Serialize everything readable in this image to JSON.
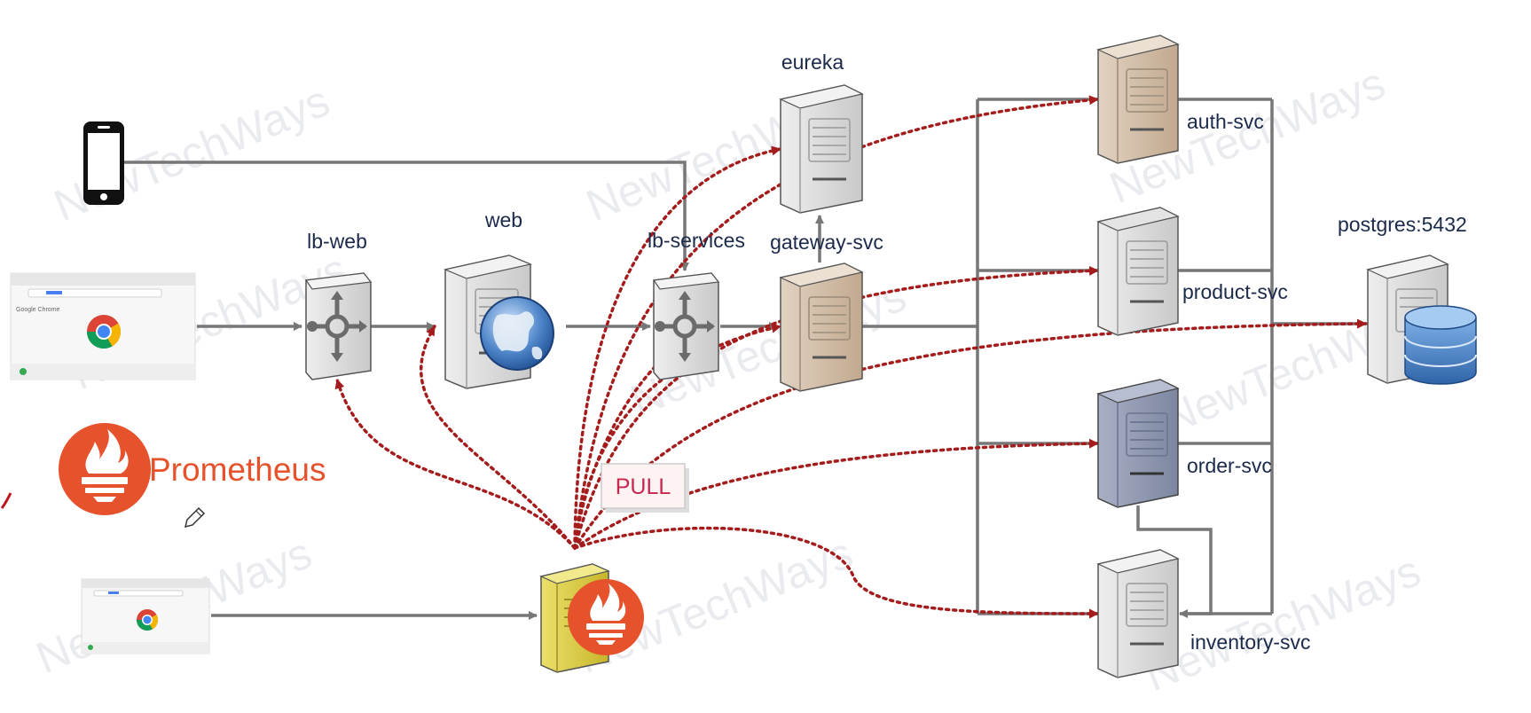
{
  "watermark": "NewTechWays",
  "nodes": {
    "lb_web": "lb-web",
    "web": "web",
    "lb_services": "lb-services",
    "eureka": "eureka",
    "gateway": "gateway-svc",
    "auth": "auth-svc",
    "product": "product-svc",
    "order": "order-svc",
    "inventory": "inventory-svc",
    "postgres": "postgres:5432"
  },
  "prometheus_label": "Prometheus",
  "pull_label": "PULL",
  "browser": {
    "brand": "Google Chrome"
  },
  "icons": {
    "phone": "mobile-phone-icon",
    "browser": "chrome-browser-icon",
    "load_balancer": "load-balancer-icon",
    "server": "server-tower-icon",
    "globe": "globe-icon",
    "database": "database-icon",
    "prometheus": "prometheus-logo-icon",
    "pencil": "pencil-cursor-icon"
  },
  "colors": {
    "line": "#777777",
    "pull_arrow": "#a51c1c",
    "label": "#1b2a4a",
    "prometheus": "#e6522c",
    "pull_text": "#c8264f",
    "server_grey": "#d9d9d9",
    "server_tan": "#d3bca5",
    "server_blue": "#8e97b0",
    "server_yellow": "#d8c93a"
  }
}
